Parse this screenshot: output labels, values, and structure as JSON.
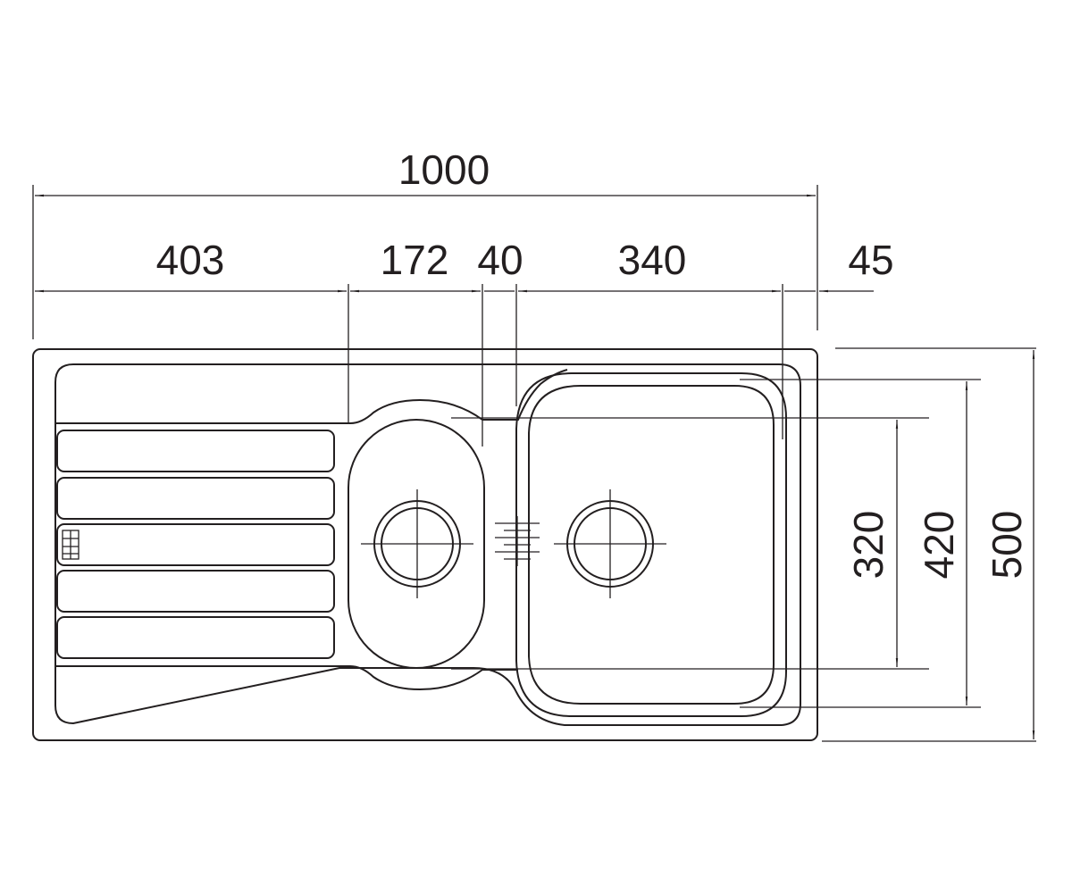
{
  "diagram": {
    "dimensions": {
      "overall_width": "1000",
      "drainer_width": "403",
      "small_bowl_width": "172",
      "bowl_gap": "40",
      "large_bowl_width": "340",
      "right_margin": "45",
      "bowl_inner_depth": "320",
      "bowl_outer_depth": "420",
      "overall_depth": "500"
    },
    "colors": {
      "stroke": "#231f20",
      "background": "#ffffff"
    },
    "icons": [
      "drain-icon",
      "overflow-icon",
      "drainer-rib-icon"
    ]
  }
}
